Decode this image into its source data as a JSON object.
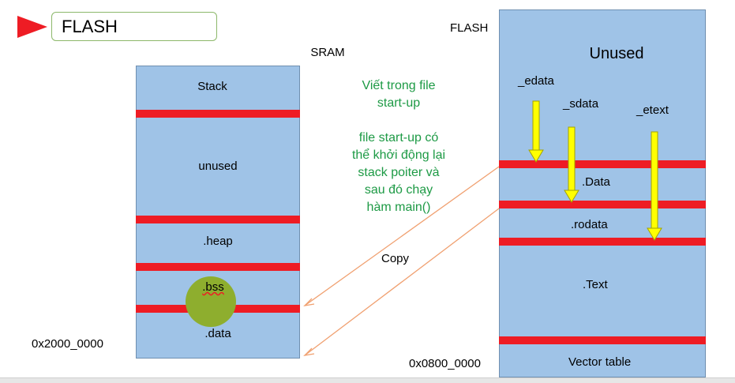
{
  "header": {
    "title": "FLASH"
  },
  "sram": {
    "title": "SRAM",
    "sections": [
      "Stack",
      "unused",
      ".heap",
      ".bss",
      ".data"
    ],
    "base_address": "0x2000_0000"
  },
  "flash": {
    "title": "FLASH",
    "sections": [
      "Unused",
      ".Data",
      ".rodata",
      ".Text",
      "Vector table"
    ],
    "symbols": [
      "_edata",
      "_sdata",
      "_etext"
    ],
    "base_address": "0x0800_0000"
  },
  "notes": {
    "line1": "Viết trong file",
    "line2": "start-up",
    "line3": "file start-up có",
    "line4": "thể khởi động lại",
    "line5": "stack poiter và",
    "line6": "sau đó chạy",
    "line7": "hàm main()"
  },
  "copy_label": "Copy",
  "colors": {
    "block": "#9fc3e7",
    "separator": "#ee1c24",
    "arrow": "#ffff00",
    "note": "#1d9a45",
    "copy_line": "#f0a070"
  }
}
